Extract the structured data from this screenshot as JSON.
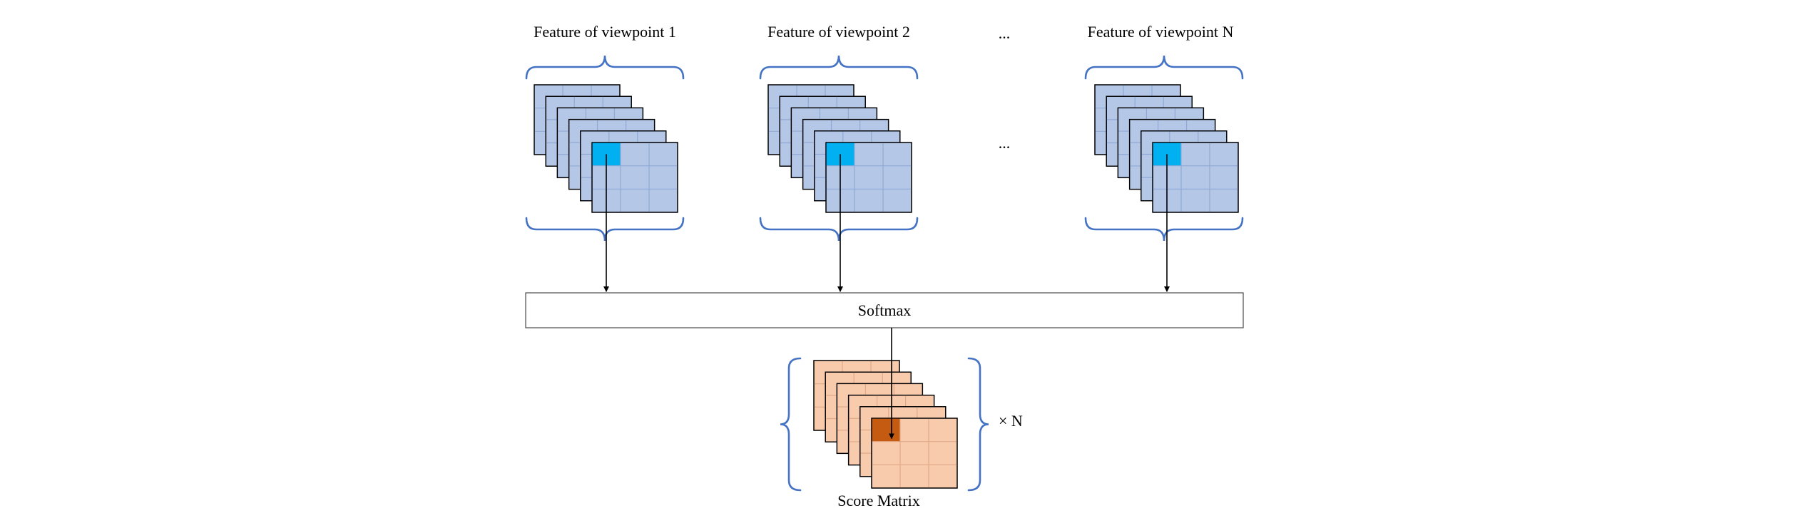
{
  "viewpoints": [
    {
      "label": "Feature of viewpoint 1"
    },
    {
      "label": "Feature of viewpoint 2"
    },
    {
      "label": "Feature of viewpoint N"
    }
  ],
  "ellipsis_top": "...",
  "ellipsis_middle": "...",
  "softmax_label": "Softmax",
  "times_n_label": "× N",
  "score_matrix_label": "Score Matrix",
  "colors": {
    "feature_fill": "#b4c7e7",
    "feature_grid": "#8fa9d4",
    "feature_highlight": "#00b0f0",
    "score_fill": "#f8cbad",
    "score_grid": "#e0a987",
    "score_highlight": "#c55a11",
    "brace": "#4472c4",
    "stroke": "#000000"
  }
}
